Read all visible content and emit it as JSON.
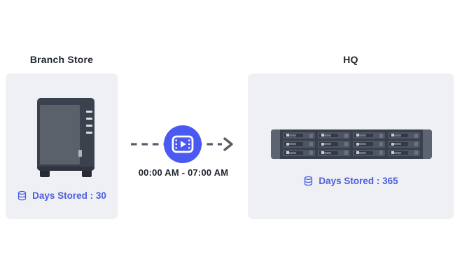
{
  "branch": {
    "title": "Branch Store",
    "days_label": "Days Stored : 30",
    "device": "nas-tower"
  },
  "hq": {
    "title": "HQ",
    "days_label": "Days Stored : 365",
    "device": "rack-server-12-bay"
  },
  "transfer": {
    "schedule": "00:00 AM - 07:00 AM",
    "icon": "video-play-icon",
    "direction": "left-to-right"
  },
  "icons": {
    "database": "database-icon",
    "video": "video-play-icon",
    "arrow": "arrow-right-dashed-icon"
  },
  "colors": {
    "card_bg": "#eef0f3",
    "title_text": "#20252f",
    "accent_badge": "#4a5af0",
    "days_text": "#4d5de2",
    "dash_arrow": "#575d66",
    "device_dark": "#3a404b",
    "device_face": "#5a616b"
  }
}
